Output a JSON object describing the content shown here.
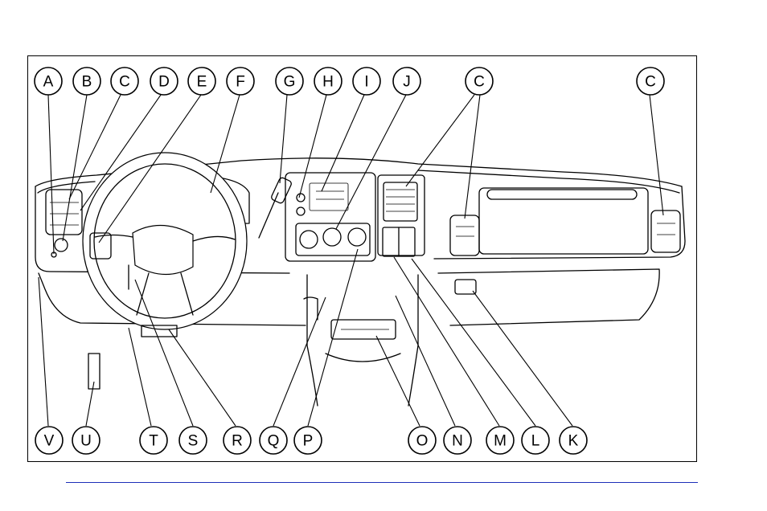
{
  "callouts_top": [
    "A",
    "B",
    "C",
    "D",
    "E",
    "F",
    "G",
    "H",
    "I",
    "J",
    "C",
    "C"
  ],
  "callouts_bottom": [
    "V",
    "U",
    "T",
    "S",
    "R",
    "Q",
    "P",
    "O",
    "N",
    "M",
    "L",
    "K"
  ],
  "colors": {
    "rule": "#1d2fb8",
    "ink": "#000000"
  },
  "icons": [
    "steering-wheel-icon",
    "instrument-cluster-icon",
    "air-vent-icon",
    "climate-control-icon"
  ]
}
